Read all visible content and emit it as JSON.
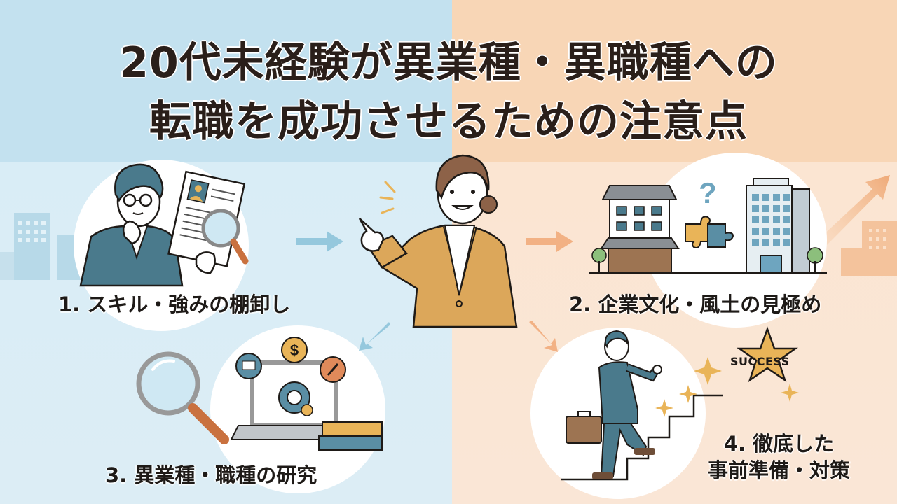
{
  "title": {
    "line1": "20代未経験が異業種・異職種への",
    "line2": "転職を成功させるための注意点"
  },
  "points": [
    {
      "number": "1.",
      "label": "1. スキル・強みの棚卸し",
      "icon": "resume-magnifier-illustration"
    },
    {
      "number": "2.",
      "label": "2. 企業文化・風土の見極め",
      "icon": "company-culture-buildings-illustration"
    },
    {
      "number": "3.",
      "label": "3. 異業種・職種の研究",
      "icon": "laptop-research-illustration"
    },
    {
      "number": "4.",
      "label_line1": "4. 徹底した",
      "label_line2": "事前準備・対策",
      "icon": "stairs-success-illustration"
    }
  ],
  "badges": {
    "success": "SUCCESS",
    "question": "?"
  },
  "colors": {
    "blue_top": "#c3e1ef",
    "peach_top": "#f8d6b6",
    "blue_bg": "#d9edf6",
    "peach_bg": "#fbe5d2",
    "suit_teal": "#4a7a8c",
    "jacket_mustard": "#dca75a",
    "accent_orange": "#e08a5a",
    "star_gold": "#e9b458",
    "text_dark": "#1e1a17"
  }
}
